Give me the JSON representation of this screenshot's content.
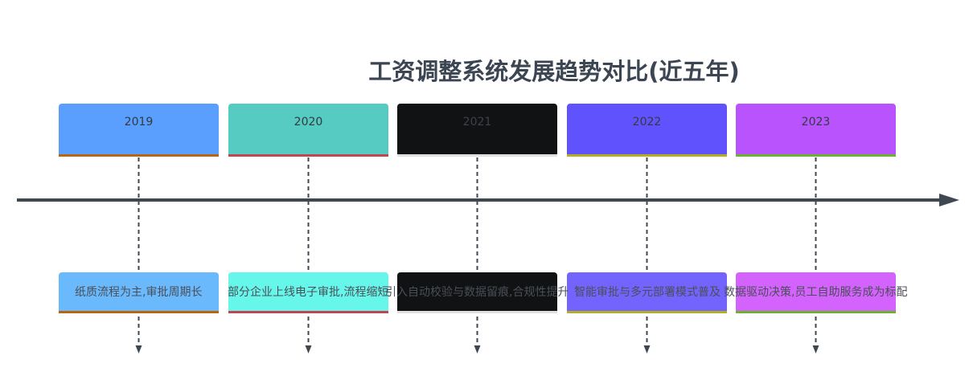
{
  "title": "工资调整系统发展趋势对比(近五年)",
  "periods": [
    {
      "year": "2019",
      "event": "纸质流程为主,审批周期长",
      "color": "#5a9ffd",
      "event_color": "#6ab9fc",
      "accent": "#b8650d"
    },
    {
      "year": "2020",
      "event": "部分企业上线电子审批,流程缩短",
      "color": "#55cbc2",
      "event_color": "#67f6ea",
      "accent": "#c24650"
    },
    {
      "year": "2021",
      "event": "引入自动校验与数据留痕,合规性提升",
      "color": "#111214",
      "event_color": "#111214",
      "accent": "#e0e0e0"
    },
    {
      "year": "2022",
      "event": "智能审批与多元部署模式普及",
      "color": "#6052fc",
      "event_color": "#7264fc",
      "accent": "#b3ae22"
    },
    {
      "year": "2023",
      "event": "数据驱动决策,员工自助服务成为标配",
      "color": "#b853fd",
      "event_color": "#d463fd",
      "accent": "#6bb32e"
    }
  ]
}
